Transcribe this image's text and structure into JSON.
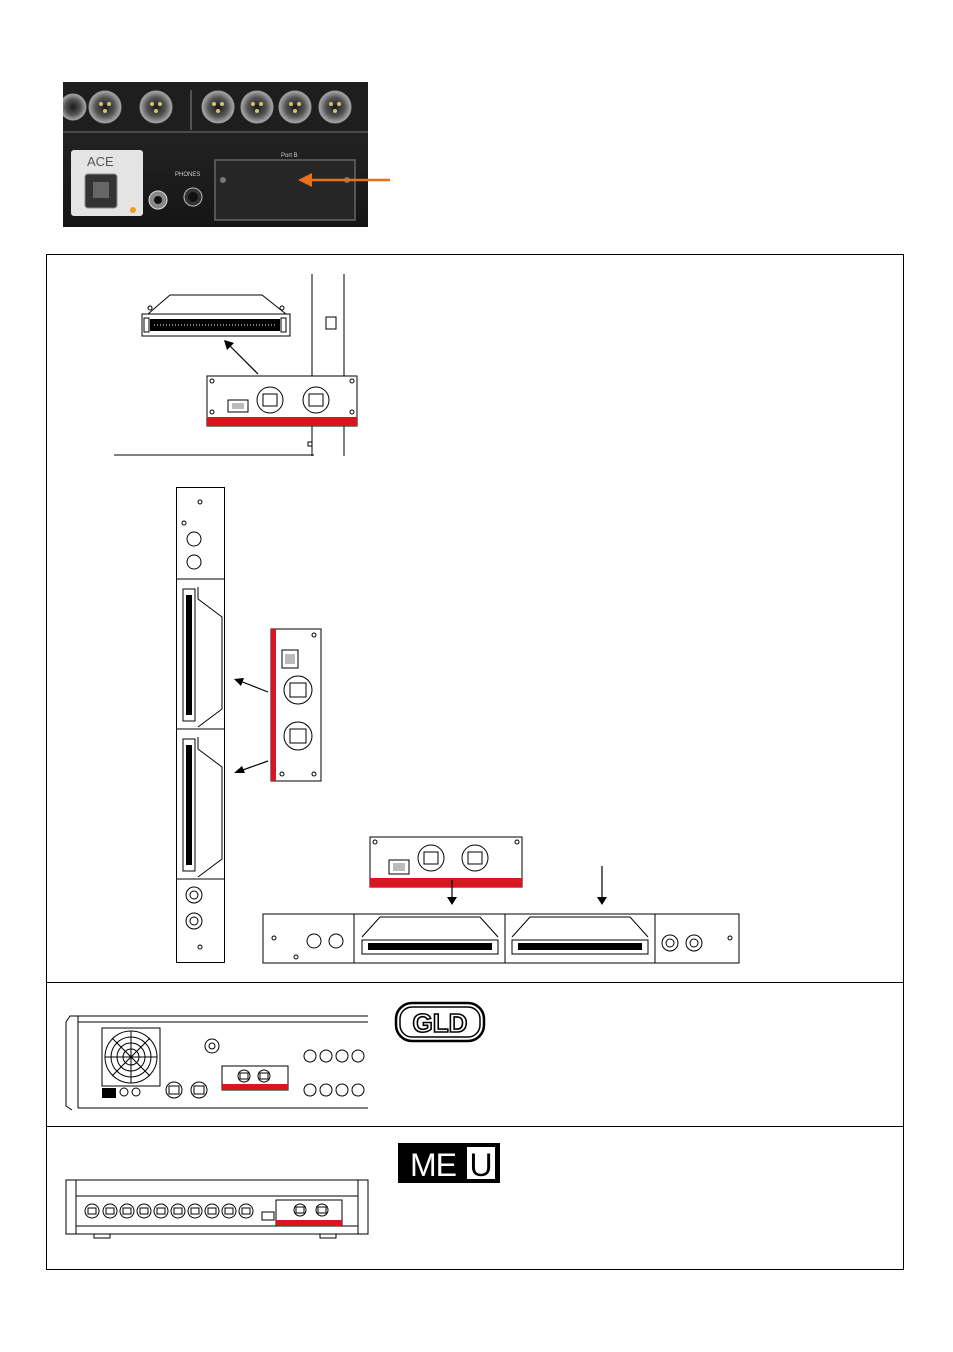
{
  "top_photo": {
    "brand_label": "ACE",
    "slot_label": "Port B",
    "phones_label": "PHONES",
    "arrow_color": "#e8701a"
  },
  "logos": {
    "gld": "GLD",
    "meu_left": "ME",
    "meu_right": "U"
  },
  "colors": {
    "accent_red": "#d9161f",
    "frame": "#000000"
  }
}
